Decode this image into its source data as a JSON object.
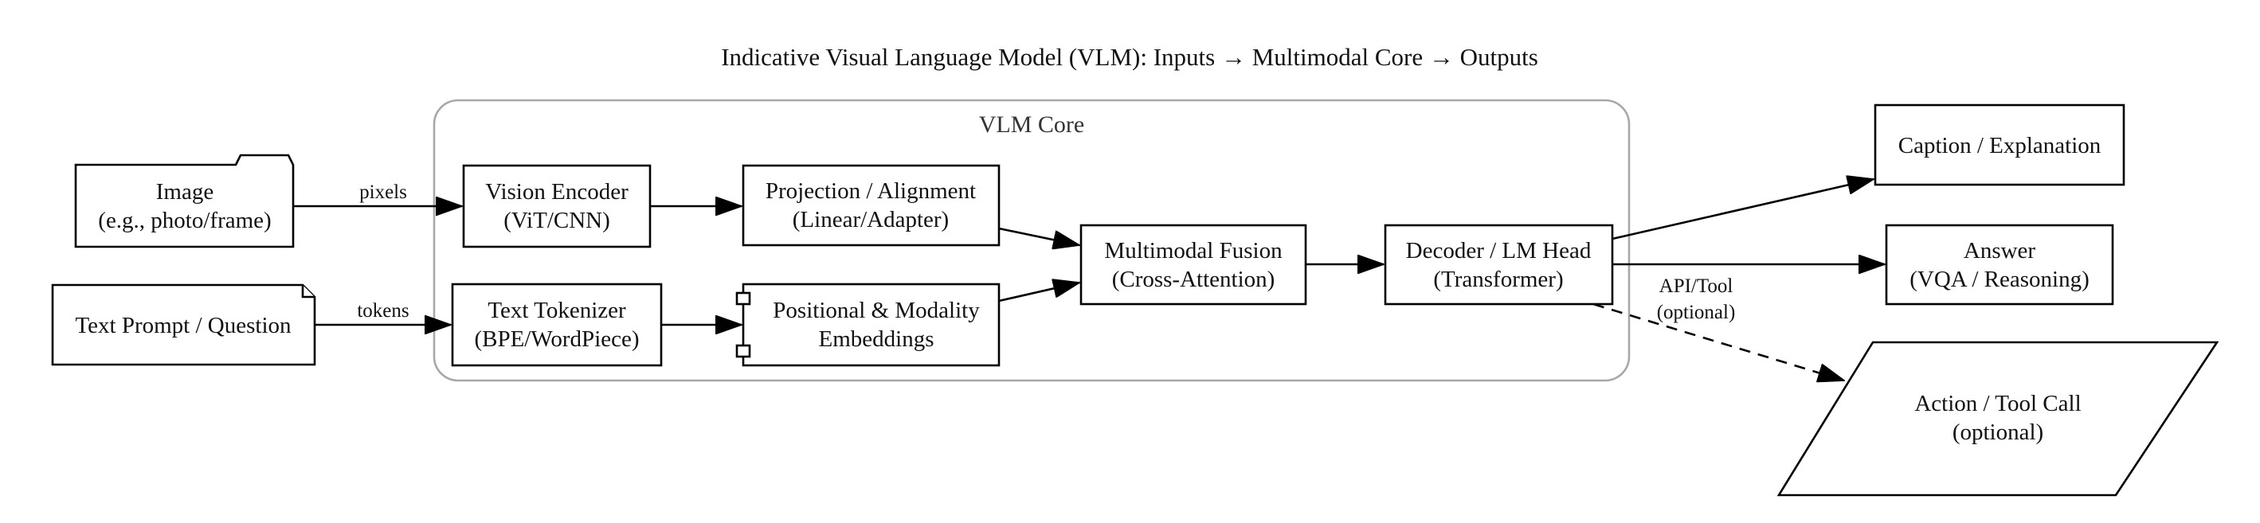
{
  "title": "Indicative Visual Language Model (VLM): Inputs → Multimodal Core → Outputs",
  "cluster": {
    "label": "VLM Core"
  },
  "nodes": {
    "image": {
      "line1": "Image",
      "line2": "(e.g., photo/frame)"
    },
    "text_prompt": {
      "line1": "Text Prompt / Question"
    },
    "vision_encoder": {
      "line1": "Vision Encoder",
      "line2": "(ViT/CNN)"
    },
    "text_tokenizer": {
      "line1": "Text Tokenizer",
      "line2": "(BPE/WordPiece)"
    },
    "projection": {
      "line1": "Projection / Alignment",
      "line2": "(Linear/Adapter)"
    },
    "positional": {
      "line1": "Positional & Modality",
      "line2": "Embeddings"
    },
    "fusion": {
      "line1": "Multimodal Fusion",
      "line2": "(Cross-Attention)"
    },
    "decoder": {
      "line1": "Decoder / LM Head",
      "line2": "(Transformer)"
    },
    "caption": {
      "line1": "Caption / Explanation"
    },
    "answer": {
      "line1": "Answer",
      "line2": "(VQA / Reasoning)"
    },
    "action": {
      "line1": "Action / Tool Call",
      "line2": "(optional)"
    }
  },
  "edges": {
    "pixels": "pixels",
    "tokens": "tokens",
    "api_tool_line1": "API/Tool",
    "api_tool_line2": "(optional)"
  }
}
